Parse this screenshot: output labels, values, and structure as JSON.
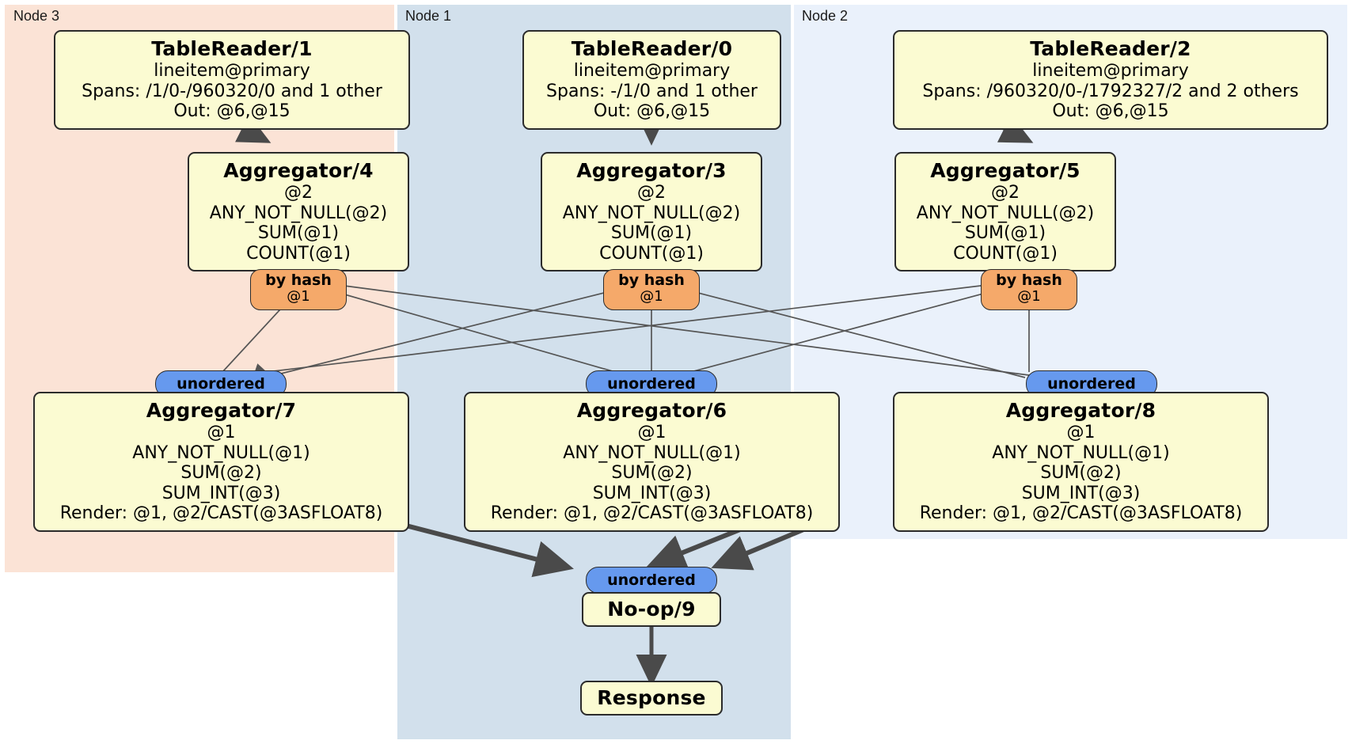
{
  "diagram": {
    "type": "distributed-query-plan",
    "title": "",
    "nodes": [
      {
        "id": "node3",
        "label": "Node 3",
        "color": "#fbe3d6"
      },
      {
        "id": "node1",
        "label": "Node 1",
        "color": "#d2e0ec"
      },
      {
        "id": "node2",
        "label": "Node 2",
        "color": "#eaf1fb"
      }
    ],
    "colors": {
      "processor_fill": "#fbfbd2",
      "processor_stroke": "#2b2b2b",
      "hash_router": "#f5a96a",
      "unordered_sync": "#6699ee",
      "edge": "#4a4a4a",
      "thin_edge": "#555555"
    },
    "processors": [
      {
        "id": "tablereader1",
        "name": "TableReader/1",
        "node": "Node 3",
        "lines": [
          "lineitem@primary",
          "Spans: /1/0-/960320/0 and 1 other",
          "Out: @6,@15"
        ]
      },
      {
        "id": "tablereader0",
        "name": "TableReader/0",
        "node": "Node 1",
        "lines": [
          "lineitem@primary",
          "Spans: -/1/0 and 1 other",
          "Out: @6,@15"
        ]
      },
      {
        "id": "tablereader2",
        "name": "TableReader/2",
        "node": "Node 2",
        "lines": [
          "lineitem@primary",
          "Spans: /960320/0-/1792327/2 and 2 others",
          "Out: @6,@15"
        ]
      },
      {
        "id": "aggregator4",
        "name": "Aggregator/4",
        "node": "Node 3",
        "lines": [
          "@2",
          "ANY_NOT_NULL(@2)",
          "SUM(@1)",
          "COUNT(@1)"
        ]
      },
      {
        "id": "aggregator3",
        "name": "Aggregator/3",
        "node": "Node 1",
        "lines": [
          "@2",
          "ANY_NOT_NULL(@2)",
          "SUM(@1)",
          "COUNT(@1)"
        ]
      },
      {
        "id": "aggregator5",
        "name": "Aggregator/5",
        "node": "Node 2",
        "lines": [
          "@2",
          "ANY_NOT_NULL(@2)",
          "SUM(@1)",
          "COUNT(@1)"
        ]
      },
      {
        "id": "aggregator7",
        "name": "Aggregator/7",
        "node": "Node 3",
        "lines": [
          "@1",
          "ANY_NOT_NULL(@1)",
          "SUM(@2)",
          "SUM_INT(@3)",
          "Render: @1, @2/CAST(@3ASFLOAT8)"
        ]
      },
      {
        "id": "aggregator6",
        "name": "Aggregator/6",
        "node": "Node 1",
        "lines": [
          "@1",
          "ANY_NOT_NULL(@1)",
          "SUM(@2)",
          "SUM_INT(@3)",
          "Render: @1, @2/CAST(@3ASFLOAT8)"
        ]
      },
      {
        "id": "aggregator8",
        "name": "Aggregator/8",
        "node": "Node 2",
        "lines": [
          "@1",
          "ANY_NOT_NULL(@1)",
          "SUM(@2)",
          "SUM_INT(@3)",
          "Render: @1, @2/CAST(@3ASFLOAT8)"
        ]
      },
      {
        "id": "noop9",
        "name": "No-op/9",
        "node": "Node 1",
        "lines": []
      },
      {
        "id": "response",
        "name": "Response",
        "node": "Node 1",
        "lines": []
      }
    ],
    "routers": [
      {
        "id": "hash4",
        "label": "by hash",
        "detail": "@1",
        "node": "Node 3",
        "kind": "hash"
      },
      {
        "id": "hash3",
        "label": "by hash",
        "detail": "@1",
        "node": "Node 1",
        "kind": "hash"
      },
      {
        "id": "hash5",
        "label": "by hash",
        "detail": "@1",
        "node": "Node 2",
        "kind": "hash"
      }
    ],
    "synchronizers": [
      {
        "id": "sync7",
        "label": "unordered",
        "node": "Node 3"
      },
      {
        "id": "sync6",
        "label": "unordered",
        "node": "Node 1"
      },
      {
        "id": "sync8",
        "label": "unordered",
        "node": "Node 2"
      },
      {
        "id": "sync9",
        "label": "unordered",
        "node": "Node 1"
      }
    ]
  }
}
